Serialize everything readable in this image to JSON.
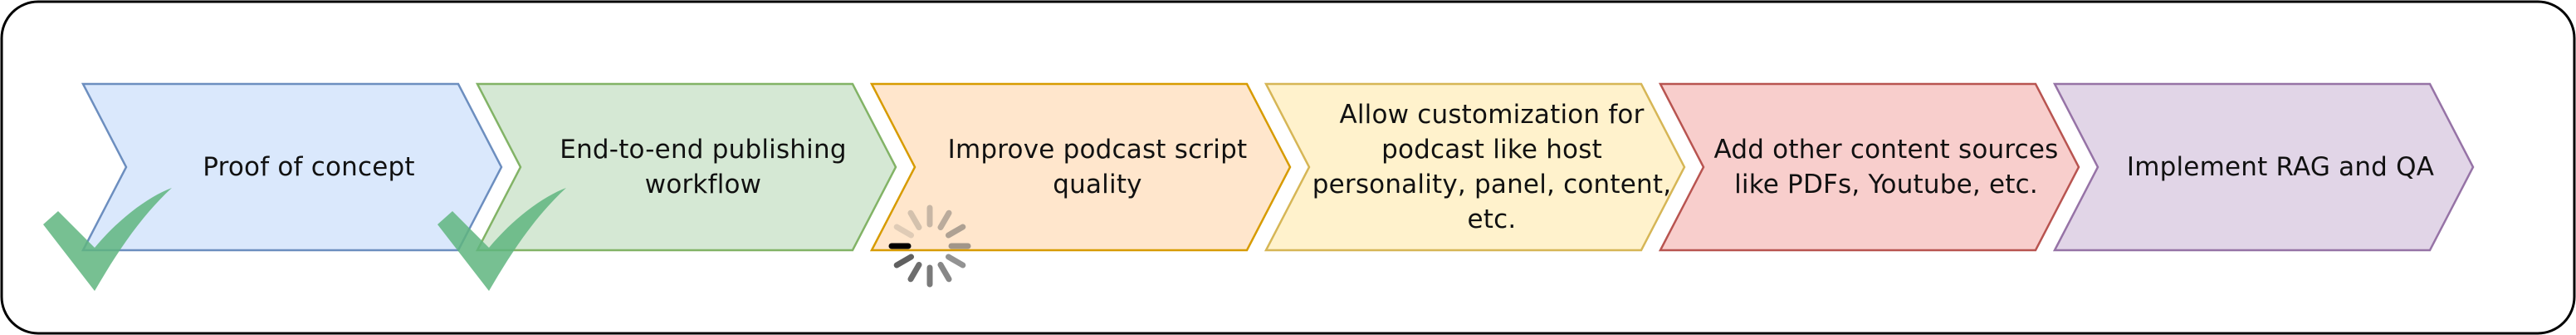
{
  "steps": [
    {
      "label": "Proof of concept",
      "fill": "#dae8fc",
      "stroke": "#6c8ebf",
      "status": "done"
    },
    {
      "label": "End-to-end publishing workflow",
      "fill": "#d5e8d4",
      "stroke": "#82b366",
      "status": "done"
    },
    {
      "label": "Improve podcast script quality",
      "fill": "#ffe6cc",
      "stroke": "#d79b00",
      "status": "in-progress"
    },
    {
      "label": "Allow customization for podcast like host personality, panel, content, etc.",
      "fill": "#fff2cc",
      "stroke": "#d6b656",
      "status": "planned"
    },
    {
      "label": "Add other content sources like PDFs, Youtube, etc.",
      "fill": "#f8cecc",
      "stroke": "#b85450",
      "status": "planned"
    },
    {
      "label": "Implement RAG and QA",
      "fill": "#e1d5e7",
      "stroke": "#9673a6",
      "status": "planned"
    }
  ],
  "colors": {
    "frame_stroke": "#000000",
    "checkmark": "#5fb57f",
    "spinner": "#555555"
  },
  "icons": {
    "done": "checkmark-icon",
    "in-progress": "loading-spinner-icon"
  }
}
